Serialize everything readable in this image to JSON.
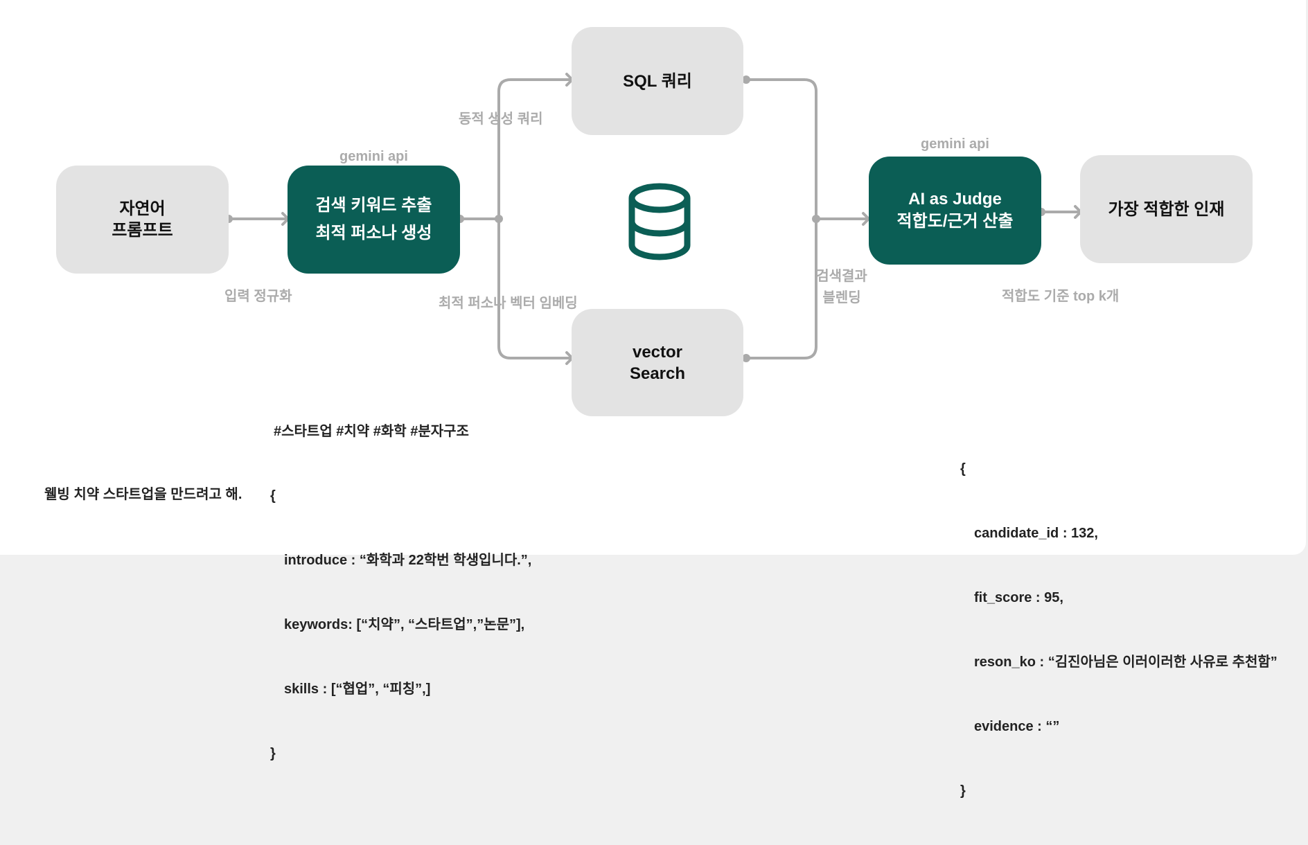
{
  "diagram": {
    "title": "Talent recommendation pipeline",
    "colors": {
      "accent_green": "#0b5e55",
      "node_gray": "#e3e3e3",
      "connector": "#aaaaaa",
      "label_gray": "#ababab",
      "text_dark": "#111111"
    },
    "nodes": {
      "prompt": {
        "lines": [
          "자연어",
          "프롬프트"
        ]
      },
      "extract": {
        "lines": [
          "검색 키워드 추출",
          "최적 퍼소나 생성"
        ],
        "caption": "gemini api"
      },
      "sql": {
        "lines": [
          "SQL 쿼리"
        ]
      },
      "vector": {
        "lines": [
          "vector",
          "Search"
        ]
      },
      "database": {
        "icon": "database-icon"
      },
      "judge": {
        "lines": [
          "AI as Judge",
          "적합도/근거 산출"
        ],
        "caption": "gemini api"
      },
      "result": {
        "lines": [
          "가장 적합한 인재"
        ]
      }
    },
    "edge_labels": {
      "normalize": "입력 정규화",
      "dynamic_query": "동적 생성 쿼리",
      "persona_embedding": "최적 퍼소나 벡터 임베딩",
      "blending": [
        "검색결과",
        "블렌딩"
      ],
      "top_k": "적합도 기준 top k개"
    },
    "examples": {
      "input_sentence": "웰빙 치약 스타트업을 만드려고 해.",
      "keywords_hashtags": "#스타트업 #치약 #화학 #분자구조",
      "persona_json": {
        "open": "{",
        "lines": [
          "introduce : “화학과 22학번 학생입니다.”,",
          "keywords: [“치약”, “스타트업”,”논문”],",
          "skills : [“협업”, “피칭”,]"
        ],
        "close": "}"
      },
      "judge_json": {
        "open": "{",
        "lines": [
          "candidate_id : 132,",
          "fit_score : 95,",
          "reson_ko : “김진아님은 이러이러한 사유로 추천함”",
          "evidence : “”"
        ],
        "close": "}"
      }
    }
  }
}
